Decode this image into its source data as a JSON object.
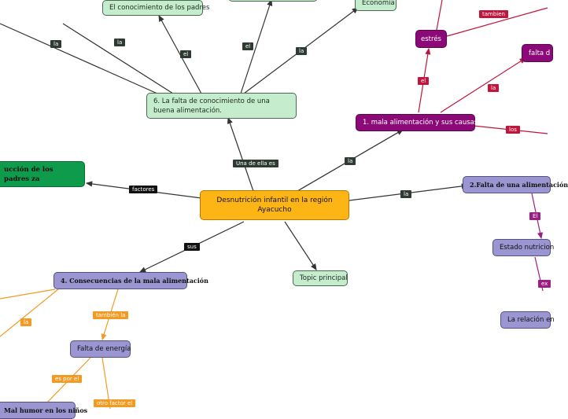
{
  "nodes": {
    "central": "Desnutrición infantil en la región Ayacucho",
    "topic_principal": "Topic principal",
    "falta_conocimiento": "6. La falta de conocimiento de una buena alimentación.",
    "conocimiento_padres": "El conocimiento de los padres",
    "economia": "Economía",
    "reduccion_padres": "ucción de los padres za",
    "consecuencias": "4. Consecuencias de la mala alimentación",
    "falta_energia": "Falta de energía",
    "mal_humor": "Mal humor en los niños",
    "mala_alimentacion": "1. mala alimentación y sus causas",
    "estres": "estrés",
    "falta_de_cut": "falta d",
    "falta_alimentacion": "2.Falta de una alimentación",
    "estado_nutricional": "Estado nutricion",
    "relacion": "La relación en"
  },
  "labels": {
    "una_de_ellas": "Una de ella es",
    "factores": "factores",
    "sus": "sus",
    "la_mala": "la",
    "la_falta": "la",
    "la_1": "la",
    "la_2": "la",
    "el_1": "el",
    "el_2": "el",
    "la_economia": "la",
    "el_estres": "el",
    "tambien": "tambien",
    "la_red": "la",
    "los": "los",
    "el_purple": "El",
    "ex": "ex",
    "la_orange": "la",
    "tambien_la": "también la",
    "es_por_el": "es por el",
    "otro_factor": "otro factor el"
  },
  "colors": {
    "green_node": "#c6ecce",
    "purple_node": "#9b96d2",
    "magenta_node": "#8b0a78",
    "central_node": "#fdb415",
    "dark_green_node": "#0f9b4c",
    "red_link": "#c0153c",
    "orange_link": "#f29a22"
  }
}
